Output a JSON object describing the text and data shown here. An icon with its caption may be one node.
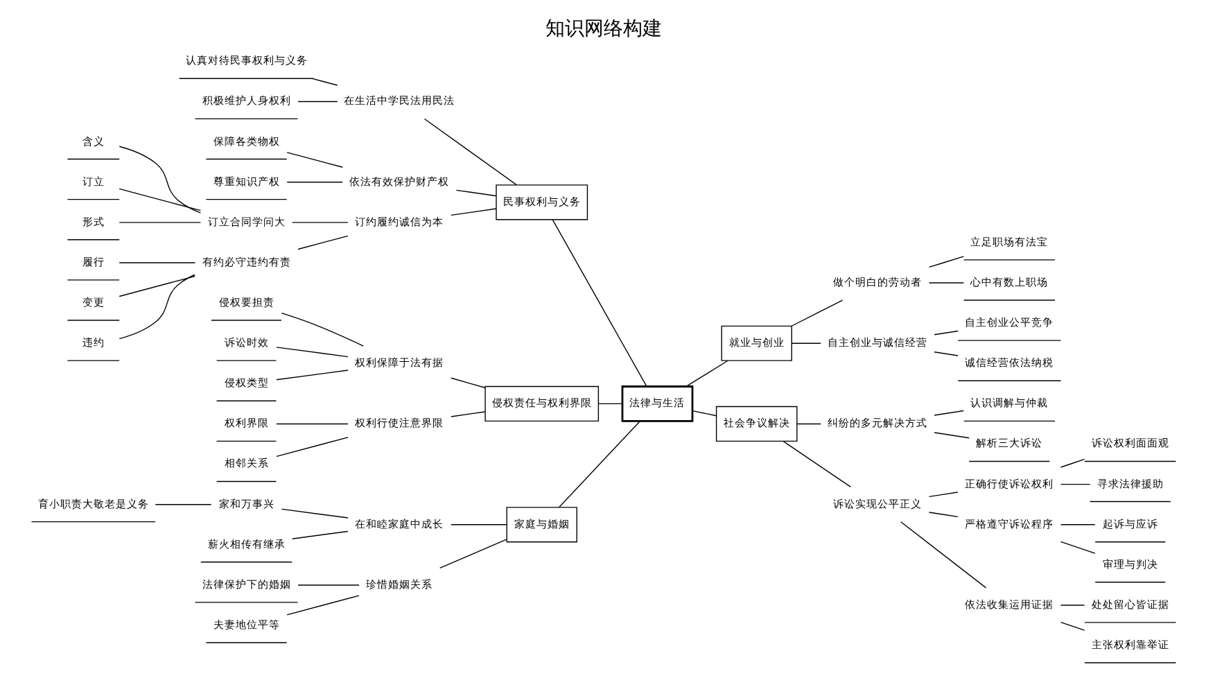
{
  "diagram": {
    "title": "知识网络构建",
    "nodes": [
      {
        "text": [
          "法律与生活"
        ]
      },
      {
        "text": [
          "民事权利与义务"
        ]
      },
      {
        "text": [
          "在生活中学民法用民法"
        ]
      },
      {
        "text": [
          "认真对待民事权利与义务"
        ]
      },
      {
        "text": [
          "积极维护人身权利"
        ]
      },
      {
        "text": [
          "依法有效保护财产权"
        ]
      },
      {
        "text": [
          "保障各类物权"
        ]
      },
      {
        "text": [
          "尊重知识产权"
        ]
      },
      {
        "text": [
          "订约履约诚信为本"
        ]
      },
      {
        "text": [
          "订立合同学问大"
        ]
      },
      {
        "text": [
          "含义"
        ]
      },
      {
        "text": [
          "订立"
        ]
      },
      {
        "text": [
          "形式"
        ]
      },
      {
        "text": [
          "有约必守违约有责"
        ]
      },
      {
        "text": [
          "履行"
        ]
      },
      {
        "text": [
          "变更"
        ]
      },
      {
        "text": [
          "违约"
        ]
      },
      {
        "text": [
          "侵权责任与权利界限"
        ]
      },
      {
        "text": [
          "权利保障于法有据"
        ]
      },
      {
        "text": [
          "侵权要担责"
        ]
      },
      {
        "text": [
          "诉讼时效"
        ]
      },
      {
        "text": [
          "侵权类型"
        ]
      },
      {
        "text": [
          "权利行使注意界限"
        ]
      },
      {
        "text": [
          "权利界限"
        ]
      },
      {
        "text": [
          "相邻关系"
        ]
      },
      {
        "text": [
          "家庭与婚姻"
        ]
      },
      {
        "text": [
          "在和睦家庭中成长"
        ]
      },
      {
        "text": [
          "家和万事兴"
        ]
      },
      {
        "text": [
          "育小职责大敬老是义务"
        ]
      },
      {
        "text": [
          "薪火相传有继承"
        ]
      },
      {
        "text": [
          "珍惜婚姻关系"
        ]
      },
      {
        "text": [
          "法律保护下的婚姻"
        ]
      },
      {
        "text": [
          "夫妻地位平等"
        ]
      },
      {
        "text": [
          "就业与创业"
        ]
      },
      {
        "text": [
          "做个明白的劳动者"
        ]
      },
      {
        "text": [
          "立足职场有法宝"
        ]
      },
      {
        "text": [
          "心中有数上职场"
        ]
      },
      {
        "text": [
          "自主创业与诚信经营"
        ]
      },
      {
        "text": [
          "自主创业公平竞争"
        ]
      },
      {
        "text": [
          "诚信经营依法纳税"
        ]
      },
      {
        "text": [
          "社会争议解决"
        ]
      },
      {
        "text": [
          "纠纷的多元解决方式"
        ]
      },
      {
        "text": [
          "认识调解与仲裁"
        ]
      },
      {
        "text": [
          "解析三大诉讼"
        ]
      },
      {
        "text": [
          "诉讼实现公平正义"
        ]
      },
      {
        "text": [
          "正确行使诉讼权利"
        ]
      },
      {
        "text": [
          "诉讼权利面面观"
        ]
      },
      {
        "text": [
          "寻求法律援助"
        ]
      },
      {
        "text": [
          "严格遵守诉讼程序"
        ]
      },
      {
        "text": [
          "起诉与应诉"
        ]
      },
      {
        "text": [
          "审理与判决"
        ]
      },
      {
        "text": [
          "依法收集运用证据"
        ]
      },
      {
        "text": [
          "处处留心皆证据"
        ]
      },
      {
        "text": [
          "主张权利靠举证"
        ]
      }
    ],
    "edges": [
      {
        "from": 0,
        "to": 1,
        "arrow": "none"
      },
      {
        "from": 1,
        "to": 2,
        "arrow": "none"
      },
      {
        "from": 2,
        "to": 3,
        "arrow": "none"
      },
      {
        "from": 2,
        "to": 4,
        "arrow": "none"
      },
      {
        "from": 1,
        "to": 5,
        "arrow": "none"
      },
      {
        "from": 5,
        "to": 6,
        "arrow": "none"
      },
      {
        "from": 5,
        "to": 7,
        "arrow": "none"
      },
      {
        "from": 1,
        "to": 8,
        "arrow": "none"
      },
      {
        "from": 8,
        "to": 9,
        "arrow": "none"
      },
      {
        "from": 9,
        "to": 10,
        "arrow": "none"
      },
      {
        "from": 9,
        "to": 11,
        "arrow": "none"
      },
      {
        "from": 9,
        "to": 12,
        "arrow": "none"
      },
      {
        "from": 8,
        "to": 13,
        "arrow": "none"
      },
      {
        "from": 13,
        "to": 14,
        "arrow": "none"
      },
      {
        "from": 13,
        "to": 15,
        "arrow": "none"
      },
      {
        "from": 13,
        "to": 16,
        "arrow": "none"
      },
      {
        "from": 0,
        "to": 17,
        "arrow": "none"
      },
      {
        "from": 17,
        "to": 18,
        "arrow": "none"
      },
      {
        "from": 18,
        "to": 19,
        "arrow": "none"
      },
      {
        "from": 18,
        "to": 20,
        "arrow": "none"
      },
      {
        "from": 18,
        "to": 21,
        "arrow": "none"
      },
      {
        "from": 17,
        "to": 22,
        "arrow": "none"
      },
      {
        "from": 22,
        "to": 23,
        "arrow": "none"
      },
      {
        "from": 22,
        "to": 24,
        "arrow": "none"
      },
      {
        "from": 0,
        "to": 25,
        "arrow": "none"
      },
      {
        "from": 25,
        "to": 26,
        "arrow": "none"
      },
      {
        "from": 26,
        "to": 27,
        "arrow": "none"
      },
      {
        "from": 27,
        "to": 28,
        "arrow": "none"
      },
      {
        "from": 26,
        "to": 29,
        "arrow": "none"
      },
      {
        "from": 25,
        "to": 30,
        "arrow": "none"
      },
      {
        "from": 30,
        "to": 31,
        "arrow": "none"
      },
      {
        "from": 30,
        "to": 32,
        "arrow": "none"
      },
      {
        "from": 0,
        "to": 33,
        "arrow": "none"
      },
      {
        "from": 33,
        "to": 34,
        "arrow": "none"
      },
      {
        "from": 34,
        "to": 35,
        "arrow": "none"
      },
      {
        "from": 34,
        "to": 36,
        "arrow": "none"
      },
      {
        "from": 33,
        "to": 37,
        "arrow": "none"
      },
      {
        "from": 37,
        "to": 38,
        "arrow": "none"
      },
      {
        "from": 37,
        "to": 39,
        "arrow": "none"
      },
      {
        "from": 0,
        "to": 40,
        "arrow": "none"
      },
      {
        "from": 40,
        "to": 41,
        "arrow": "none"
      },
      {
        "from": 41,
        "to": 42,
        "arrow": "none"
      },
      {
        "from": 41,
        "to": 43,
        "arrow": "none"
      },
      {
        "from": 40,
        "to": 44,
        "arrow": "none"
      },
      {
        "from": 44,
        "to": 45,
        "arrow": "none"
      },
      {
        "from": 45,
        "to": 46,
        "arrow": "none"
      },
      {
        "from": 45,
        "to": 47,
        "arrow": "none"
      },
      {
        "from": 44,
        "to": 48,
        "arrow": "none"
      },
      {
        "from": 48,
        "to": 49,
        "arrow": "none"
      },
      {
        "from": 48,
        "to": 50,
        "arrow": "none"
      },
      {
        "from": 44,
        "to": 51,
        "arrow": "none"
      },
      {
        "from": 51,
        "to": 52,
        "arrow": "none"
      },
      {
        "from": 51,
        "to": 53,
        "arrow": "none"
      }
    ]
  }
}
